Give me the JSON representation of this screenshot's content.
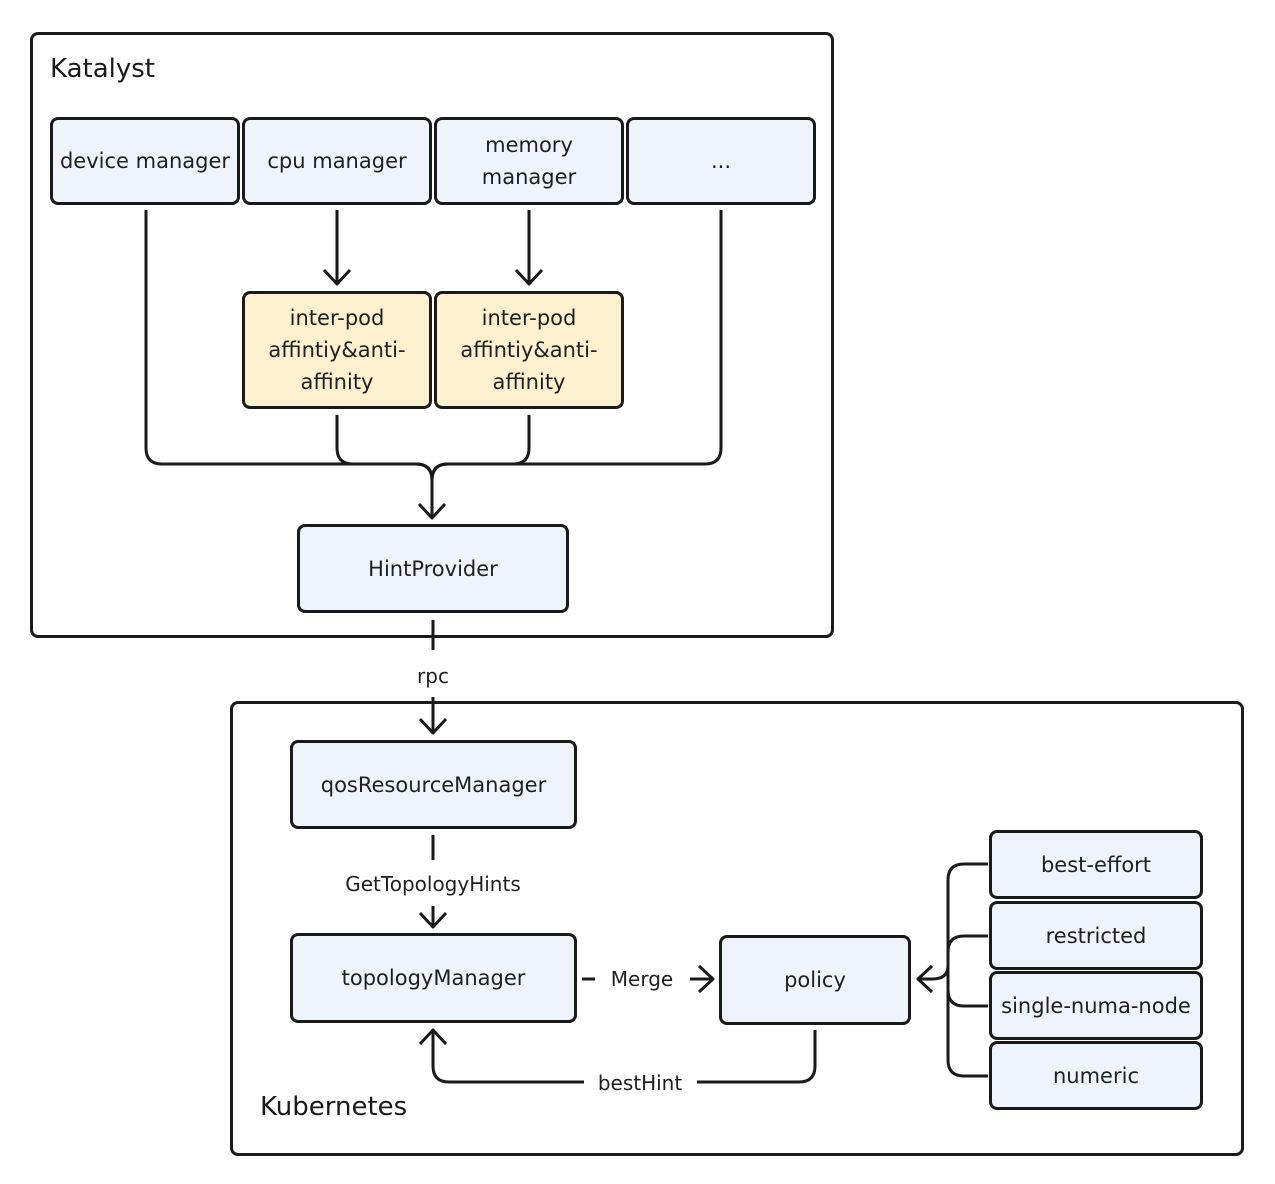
{
  "colors": {
    "box_fill": "#eef3fc",
    "box_fill_highlight": "#fcf0cf",
    "stroke": "#1a1a1a"
  },
  "katalyst": {
    "title": "Katalyst",
    "managers": {
      "device": "device manager",
      "cpu": "cpu manager",
      "memory": "memory manager",
      "more": "..."
    },
    "affinity_left": [
      "inter-pod",
      "affintiy&anti-",
      "affinity"
    ],
    "affinity_right": [
      "inter-pod",
      "affintiy&anti-",
      "affinity"
    ],
    "hint_provider": "HintProvider"
  },
  "edges": {
    "rpc": "rpc",
    "get_topology_hints": "GetTopologyHints",
    "merge": "Merge",
    "best_hint": "bestHint"
  },
  "kubernetes": {
    "title": "Kubernetes",
    "qos_resource_manager": "qosResourceManager",
    "topology_manager": "topologyManager",
    "policy": "policy",
    "policies": [
      "best-effort",
      "restricted",
      "single-numa-node",
      "numeric"
    ]
  }
}
